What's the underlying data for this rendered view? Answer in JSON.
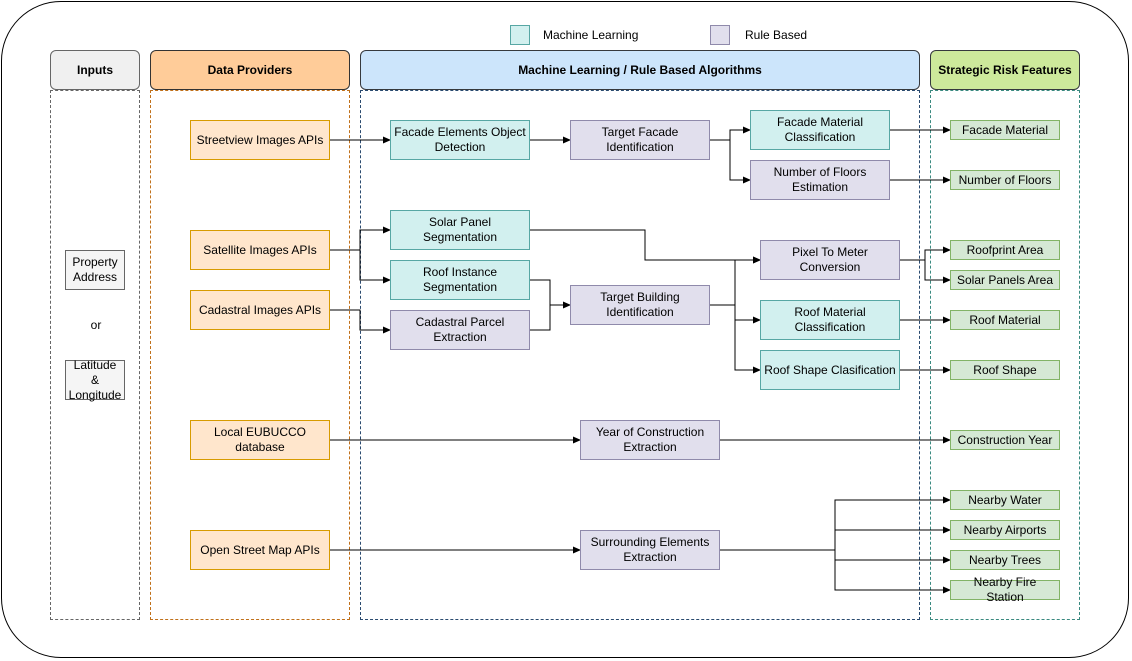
{
  "legend": {
    "ml": {
      "label": "Machine Learning",
      "color": "#d2f0ef"
    },
    "rule": {
      "label": "Rule Based",
      "color": "#e1dfed"
    }
  },
  "headers": {
    "inputs": "Inputs",
    "providers": "Data Providers",
    "algorithms": "Machine Learning / Rule Based Algorithms",
    "features": "Strategic Risk Features"
  },
  "inputs": {
    "address": "Property Address",
    "or": "or",
    "latlon": "Latitude & Longitude"
  },
  "providers": {
    "streetview": "Streetview Images APIs",
    "satellite": "Satellite Images APIs",
    "cadastral": "Cadastral Images APIs",
    "eubucco": "Local EUBUCCO database",
    "osm": "Open Street Map APIs"
  },
  "algorithms": {
    "facade_detect": "Facade Elements Object Detection",
    "target_facade": "Target Facade Identification",
    "facade_material": "Facade Material Classification",
    "floors_est": "Number of Floors Estimation",
    "solar_seg": "Solar Panel Segmentation",
    "roof_seg": "Roof Instance Segmentation",
    "cadastral_parcel": "Cadastral Parcel Extraction",
    "target_building": "Target Building Identification",
    "pixel_meter": "Pixel To Meter Conversion",
    "roof_material": "Roof Material Classification",
    "roof_shape": "Roof Shape Clasification",
    "year_extract": "Year of Construction Extraction",
    "surround_extract": "Surrounding Elements Extraction"
  },
  "features": {
    "facade_material": "Facade Material",
    "floors": "Number of Floors",
    "roofprint": "Roofprint Area",
    "solar_area": "Solar Panels Area",
    "roof_material": "Roof Material",
    "roof_shape": "Roof Shape",
    "year": "Construction Year",
    "water": "Nearby Water",
    "airports": "Nearby Airports",
    "trees": "Nearby Trees",
    "fire": "Nearby Fire Station"
  },
  "colors": {
    "inputs_header": "#f0f0f0",
    "providers_header": "#ffcc99",
    "algorithms_header": "#cce5fb",
    "features_header": "#cde99b"
  }
}
